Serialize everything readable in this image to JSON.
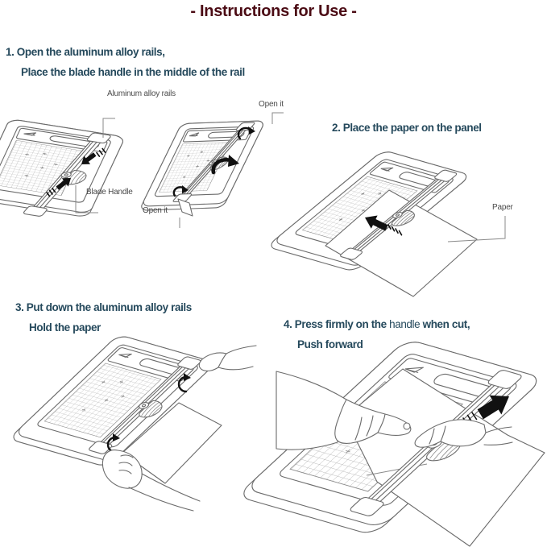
{
  "title": "- Instructions for Use -",
  "steps": [
    {
      "lines": [
        "1. Open the aluminum alloy rails,",
        "Place the blade handle in the middle of the rail"
      ]
    },
    {
      "lines": [
        "2. Place the paper on the panel"
      ]
    },
    {
      "lines": [
        "3. Put down the aluminum alloy rails",
        "Hold the paper"
      ]
    },
    {
      "lines": [
        "Push forward"
      ],
      "line1_rich": {
        "pre": "4. Press firmly on the ",
        "light": "handle",
        "post": " when cut,"
      }
    }
  ],
  "labels": {
    "aluminum_rails": "Aluminum alloy rails",
    "open_it_top": "Open it",
    "blade_handle": "Blade Handle",
    "open_it_bottom": "Open it",
    "paper": "Paper"
  },
  "colors": {
    "title": "#4b0b14",
    "heading": "#25495c",
    "label": "#4a4a4a",
    "line_art": "#6b6b6b",
    "arrow": "#111111",
    "background": "#ffffff"
  },
  "icons": {
    "straight_arrow": "black solid arrow with comb tail",
    "curved_arrow": "black rotation arrow",
    "hand": "line-art hand",
    "paper_sheet": "white sheet outline"
  }
}
